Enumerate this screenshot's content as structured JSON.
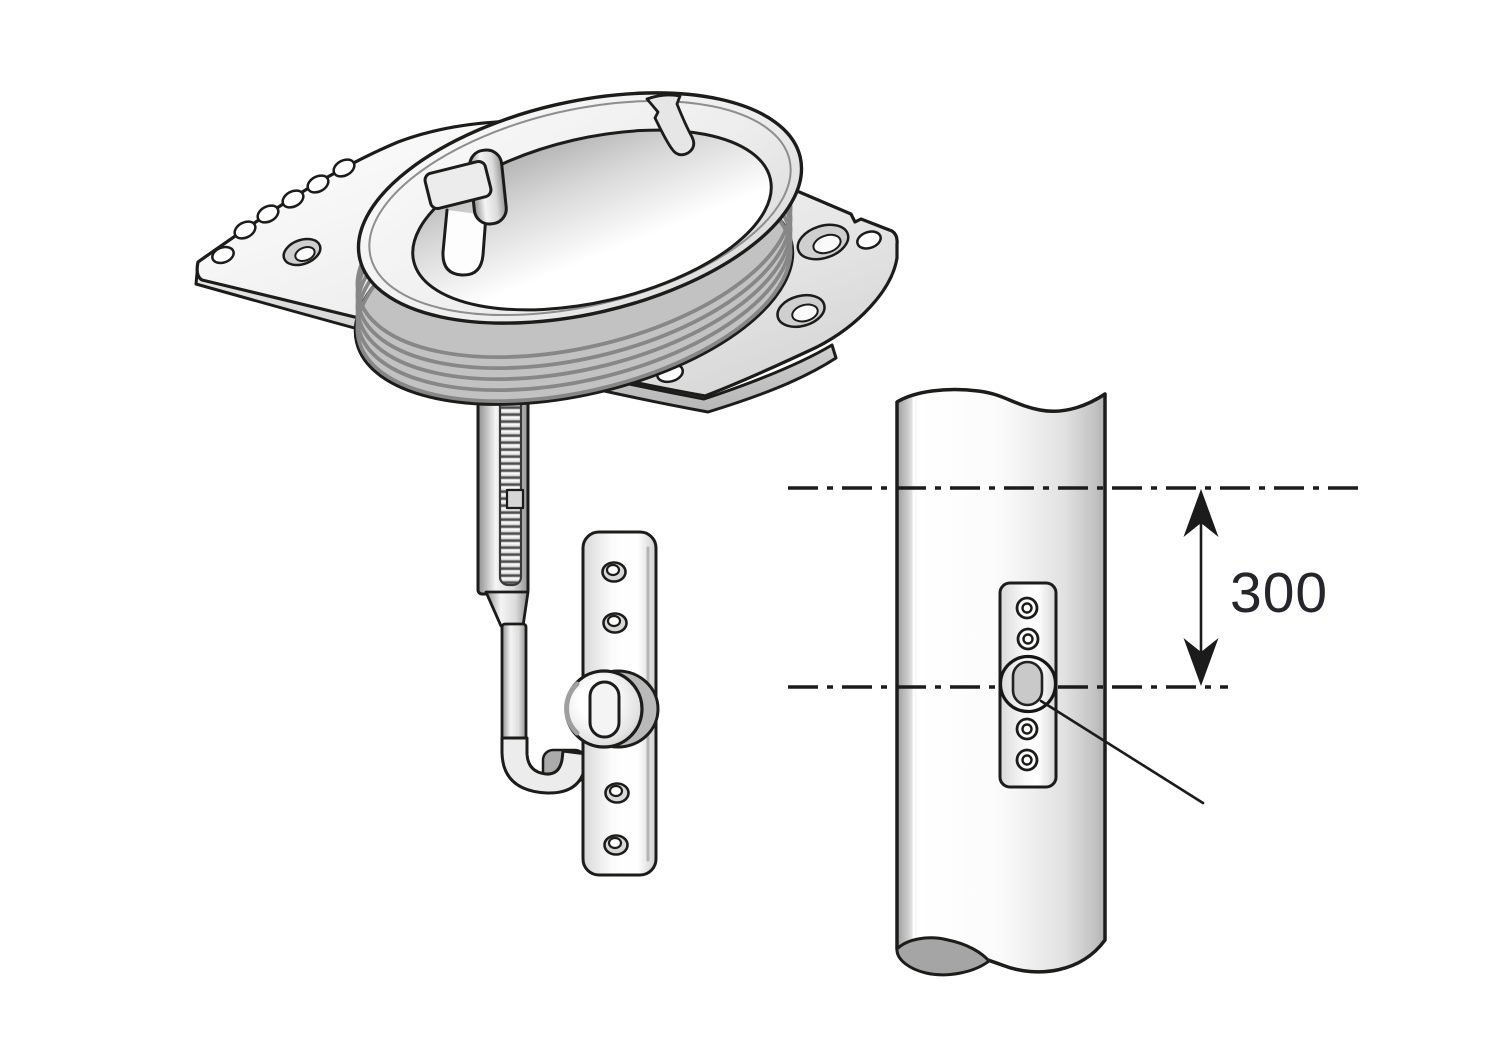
{
  "diagram": {
    "dimension_label": "300",
    "colors": {
      "outline": "#1c1c1b",
      "background": "#ffffff",
      "metal_light": "#f5f5f5",
      "metal_mid": "#d6d6d6",
      "metal_dark": "#9e9e9e",
      "slot_fill": "#c9c9c9"
    },
    "parts": [
      "mounting-flange-plate",
      "threaded-ring",
      "hook-bolt-with-turnbuckle",
      "backing-plate",
      "mast-tube",
      "drilled-mounting-plate",
      "slotted-hole"
    ]
  }
}
